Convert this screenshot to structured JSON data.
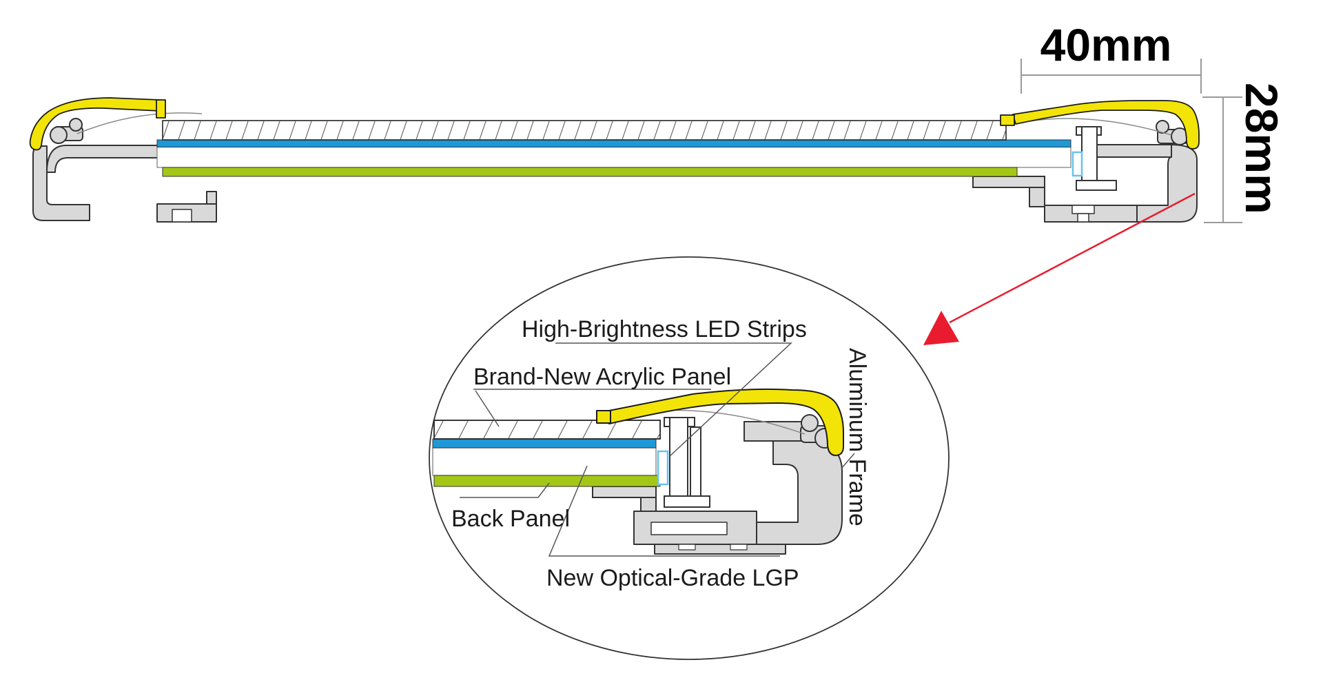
{
  "dimension_labels": {
    "width": "40mm",
    "height": "28mm"
  },
  "callouts": {
    "led_strips": "High-Brightness LED Strips",
    "acrylic_panel": "Brand-New Acrylic Panel",
    "back_panel": "Back Panel",
    "lgp": "New Optical-Grade LGP",
    "aluminum_frame": "Aluminum Frame"
  },
  "colors": {
    "accent_yellow": "#f3e408",
    "lgp_blue": "#1e98d7",
    "back_green": "#a4c717",
    "aluminum_gray": "#d9d9d9",
    "arrow_red": "#e81c2e"
  }
}
